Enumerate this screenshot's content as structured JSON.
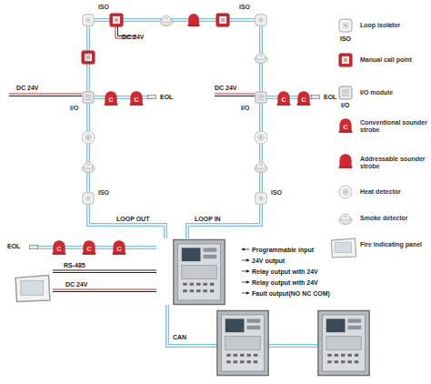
{
  "diagram": {
    "nodes": [
      {
        "text": [
          "ISO"
        ]
      },
      {
        "text": [
          "ISO"
        ]
      },
      {
        "text": [
          "I/O"
        ]
      },
      {
        "text": [
          "I/O"
        ]
      },
      {
        "text": [
          "ISO"
        ]
      },
      {
        "text": [
          "ISO"
        ]
      }
    ],
    "edges": [
      {
        "from": 0,
        "to": 1,
        "arrow": "none"
      },
      {
        "from": 0,
        "to": 2,
        "arrow": "none"
      },
      {
        "from": 2,
        "to": 4,
        "arrow": "none"
      },
      {
        "from": 1,
        "to": 3,
        "arrow": "none"
      },
      {
        "from": 3,
        "to": 5,
        "arrow": "none"
      }
    ],
    "labels": [
      "DC 24V",
      "DC 24V",
      "EOL",
      "C",
      "C",
      "DC 24V",
      "EOL",
      "C",
      "C",
      "LOOP OUT",
      "LOOP IN",
      "EOL",
      "C",
      "C",
      "C",
      "RS-485",
      "DC 24V",
      "Programmable input",
      "24V output",
      "Relay output with 24V",
      "Relay output with 24V",
      "Fault output(NO NC COM)",
      "CAN",
      "ISO",
      "I/O",
      "C"
    ],
    "legend": [
      {
        "text": "Loop isolator"
      },
      {
        "text": "Manual call point"
      },
      {
        "text": "I/O module"
      },
      {
        "text": "Conventional sounder strobe"
      },
      {
        "text": "Addressable sounder strobe"
      },
      {
        "text": "Heat detector"
      },
      {
        "text": "Smoke detector"
      },
      {
        "text": "Fire indicating panel"
      }
    ]
  }
}
